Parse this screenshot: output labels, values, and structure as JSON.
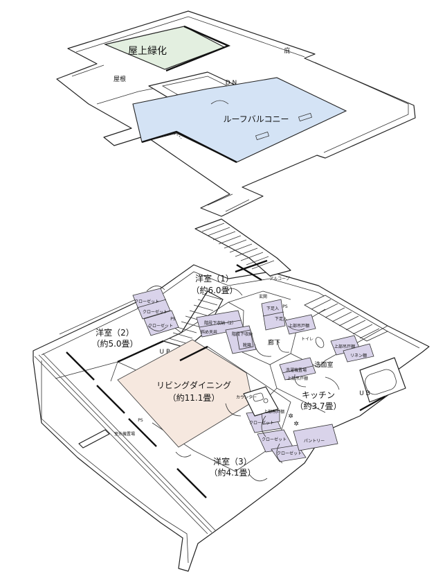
{
  "roof": {
    "green_roof": "屋上緑化",
    "eaves": "庇",
    "roof": "屋根",
    "dn": "D N",
    "roof_balcony": "ルーフバルコニー"
  },
  "floor": {
    "room1": {
      "name": "洋室（1）",
      "area": "（約6.0畳）"
    },
    "room2": {
      "name": "洋室（2）",
      "area": "（約5.0畳）"
    },
    "room3": {
      "name": "洋室（3）",
      "area": "（約4.1畳）"
    },
    "living": {
      "name": "リビングダイニング",
      "area": "（約11.1畳）"
    },
    "kitchen": {
      "name": "キッチン",
      "area": "（約3.7畳）"
    },
    "washroom": "洗面室",
    "corridor": "廊下",
    "toilet": "トイレ",
    "ub": "U B",
    "alcove": "アルコーブ",
    "entrance": "玄関",
    "up": "U P",
    "ps1": "PS",
    "ps2": "PS",
    "ps3": "PS",
    "outdoor_unit": "室外機置場",
    "closet_a": "クローゼット",
    "closet_b": "クローゼット",
    "closet_c": "クローゼット",
    "closet_d": "クローゼット",
    "closet_e": "クローゼット",
    "closet_f": "クローゼット",
    "stair_storage1": "階段下収納（2）",
    "slope_ceiling": "斜め天井",
    "stair_storage2": "階段下収納",
    "shoe_box": "下足入",
    "shoe_box2": "下足入",
    "shoe_cabinet": "靴箱",
    "upper_cabinet1": "上部吊戸棚",
    "upper_cabinet2": "上部吊戸棚",
    "upper_cabinet3": "上部吊戸棚",
    "upper_cabinet4": "上部吊戸棚",
    "laundry": "洗濯機置場",
    "linen": "リネン棚",
    "pantry": "パントリー",
    "counter": "カウンター"
  }
}
